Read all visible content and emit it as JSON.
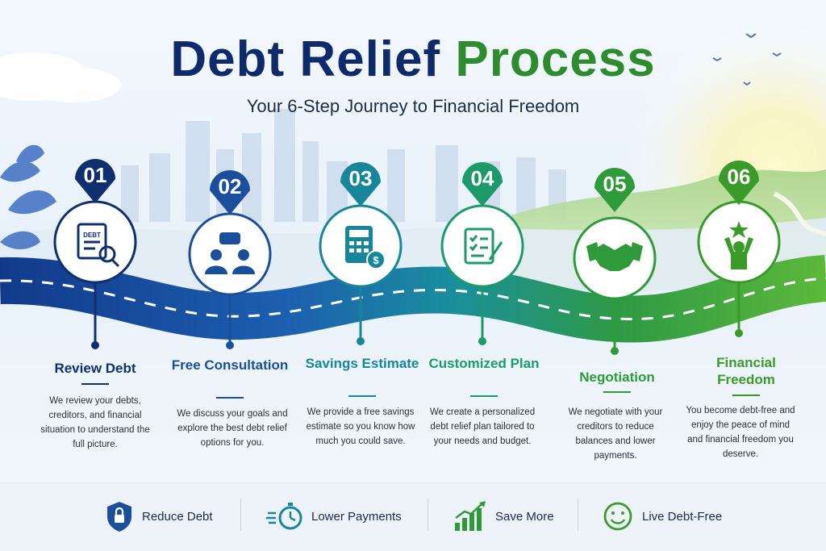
{
  "title": {
    "part1": "Debt Relief",
    "part2": "Process"
  },
  "subtitle": "Your 6-Step Journey to Financial Freedom",
  "steps": [
    {
      "number": "01",
      "title": "Review Debt",
      "description": "We review your debts, creditors, and financial situation to understand the full picture.",
      "icon": "debt-document-magnifier-icon",
      "color": "#0f2f6e"
    },
    {
      "number": "02",
      "title": "Free Consultation",
      "description": "We discuss your goals and explore the best debt relief options for you.",
      "icon": "consultation-people-icon",
      "color": "#1b4f9c"
    },
    {
      "number": "03",
      "title": "Savings Estimate",
      "description": "We provide a free savings estimate so you know how much you could save.",
      "icon": "calculator-dollar-icon",
      "color": "#17869a"
    },
    {
      "number": "04",
      "title": "Customized Plan",
      "description": "We create a personalized debt relief plan tailored to your needs and budget.",
      "icon": "checklist-plan-icon",
      "color": "#1c9a6a"
    },
    {
      "number": "05",
      "title": "Negotiation",
      "description": "We negotiate with your creditors to reduce balances and lower payments.",
      "icon": "handshake-icon",
      "color": "#2f9a3a"
    },
    {
      "number": "06",
      "title": "Financial Freedom",
      "description": "You become debt-free and enjoy the peace of mind and financial freedom you deserve.",
      "icon": "celebrating-person-star-icon",
      "color": "#3a9a2a"
    }
  ],
  "benefits": [
    {
      "label": "Reduce Debt",
      "icon": "shield-lock-icon"
    },
    {
      "label": "Lower Payments",
      "icon": "stopwatch-icon"
    },
    {
      "label": "Save More",
      "icon": "growth-chart-icon"
    },
    {
      "label": "Live Debt-Free",
      "icon": "smiley-face-icon"
    }
  ]
}
